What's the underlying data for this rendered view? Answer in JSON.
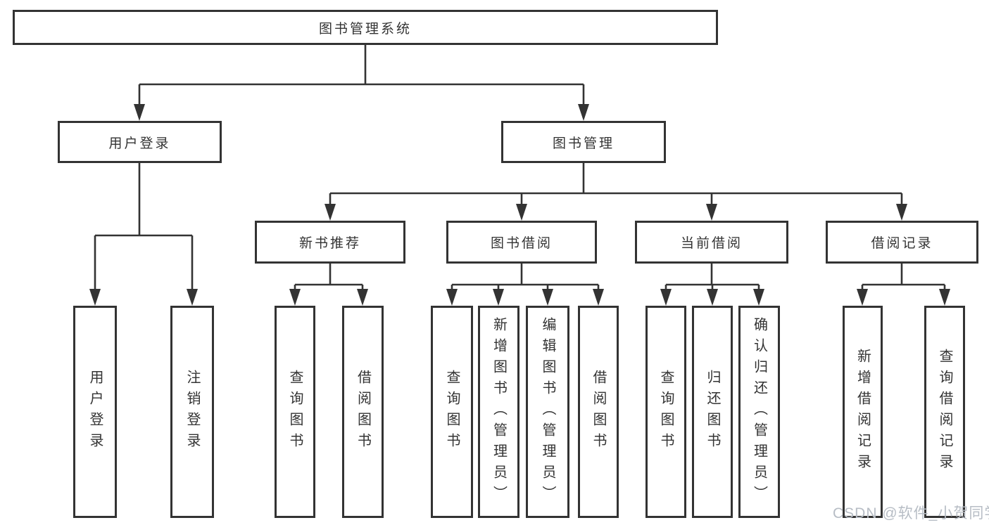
{
  "colors": {
    "line": "#333333",
    "box_fill": "#ffffff",
    "text": "#333333",
    "watermark_text": "#b7bdc5"
  },
  "diagram": {
    "root": {
      "label": "图书管理系统"
    },
    "level2": [
      {
        "id": "user-login",
        "label": "用户登录"
      },
      {
        "id": "book-management",
        "label": "图书管理"
      }
    ],
    "level3": [
      {
        "id": "new-book-recommend",
        "label": "新书推荐"
      },
      {
        "id": "book-borrow",
        "label": "图书借阅"
      },
      {
        "id": "current-borrow",
        "label": "当前借阅"
      },
      {
        "id": "borrow-records",
        "label": "借阅记录"
      }
    ],
    "leaves": {
      "user_login": [
        "用户登录",
        "注销登录"
      ],
      "new_book_recommend": [
        "查询图书",
        "借阅图书"
      ],
      "book_borrow": [
        "查询图书",
        "新增图书（管理员）",
        "编辑图书（管理员）",
        "借阅图书"
      ],
      "current_borrow": [
        "查询图书",
        "归还图书",
        "确认归还（管理员）"
      ],
      "borrow_records": [
        "新增借阅记录",
        "查询借阅记录"
      ]
    }
  },
  "watermark": "CSDN @软件_小贺同学"
}
